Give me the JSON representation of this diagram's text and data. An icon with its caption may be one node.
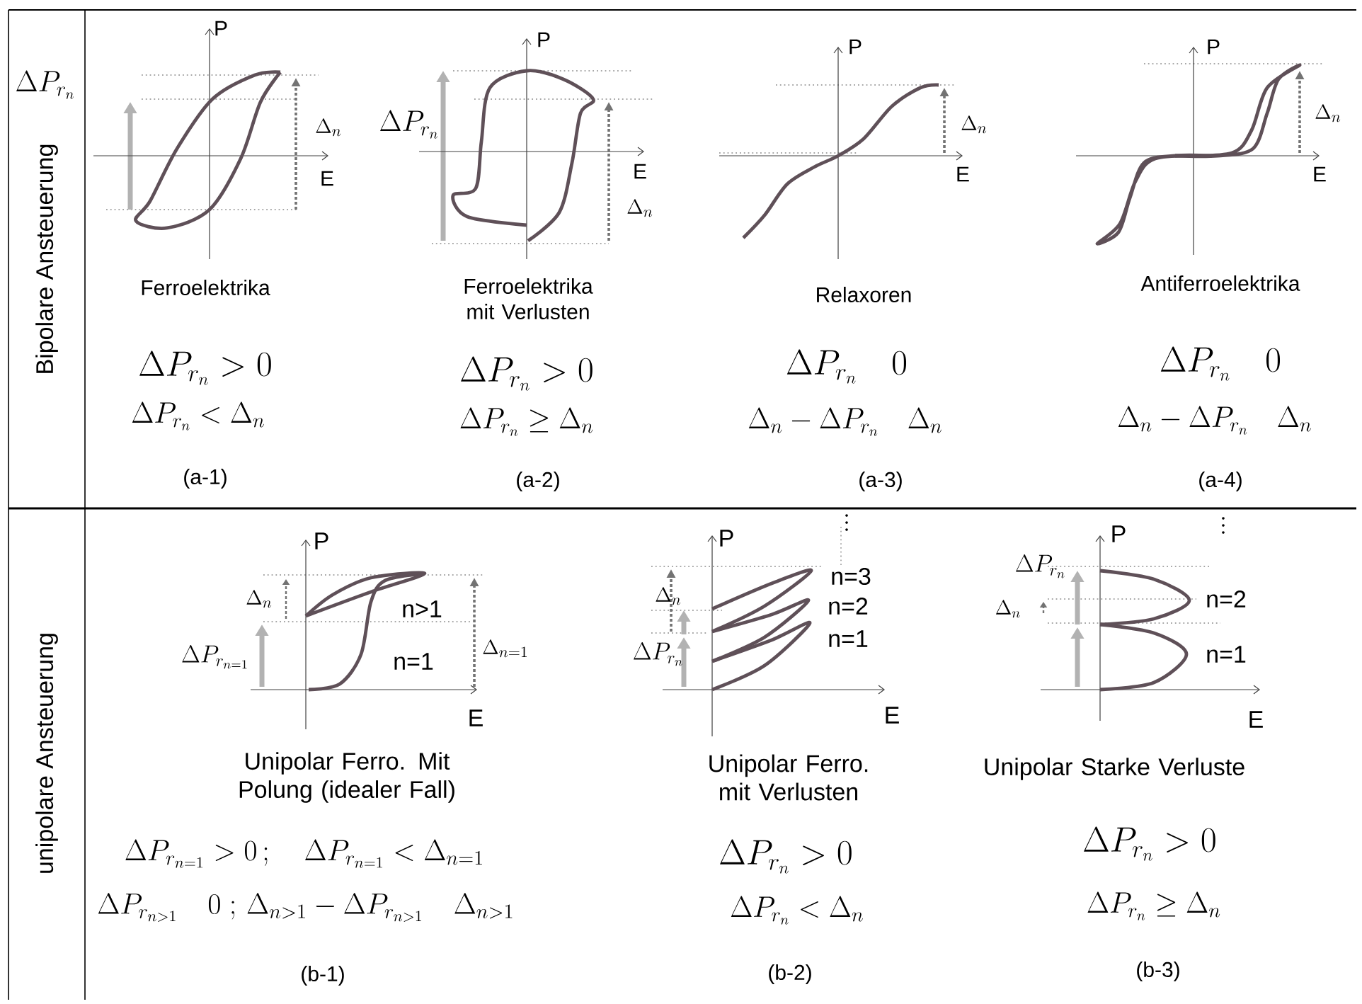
{
  "diagram": {
    "labels": [
      "Bipolare Ansteuerung",
      "P",
      "\\Delta P_{r_n}",
      "\\Delta_n",
      "E",
      "Ferroelektrika",
      "\\Delta P_{r_n} > 0",
      "\\Delta P_{r_n} < \\Delta_n",
      "(a-1)",
      "P",
      "\\Delta P_{r_n}",
      "E",
      "\\Delta_n",
      "Ferroelektrika mit Verlusten",
      "\\Delta P_{r_n} > 0",
      "\\Delta P_{r_n} \\geq \\Delta_n",
      "(a-2)",
      "P",
      "\\Delta_n",
      "E",
      "Relaxoren",
      "\\Delta P_{r_n} \\quad 0",
      "\\Delta_n - \\Delta P_{r_n} \\quad \\Delta_n",
      "(a-3)",
      "P",
      "\\Delta_n",
      "E",
      "Antiferroelektrika",
      "\\Delta P_{r_n} \\quad 0",
      "\\Delta_n - \\Delta P_{r_n} \\quad \\Delta_n",
      "(a-4)",
      "unipolare Ansteuerung",
      "P",
      "\\Delta_n",
      "n>1",
      "\\Delta P_{r_{n=1}}",
      "\\Delta_{n=1}",
      "n=1",
      "E",
      "Unipolar Ferro. Mit Polung (idealer Fall)",
      "\\Delta P_{r_{n=1}} > 0\\,;\\quad \\Delta P_{r_{n=1}} < \\Delta_{n=1}",
      "\\Delta P_{r_{n>1}} \\quad 0\\;;\\,\\Delta_{n>1} - \\Delta P_{r_{n>1}} \\quad \\Delta_{n>1}",
      "(b-1)",
      "P",
      "\\Delta_n",
      "n=3",
      "n=2",
      "\\Delta P_{r_n}",
      "n=1",
      "E",
      "Unipolar Ferro. mit Verlusten",
      "\\Delta P_{r_n} > 0",
      "\\Delta P_{r_n} < \\Delta_n",
      "(b-2)",
      "P",
      "\\Delta P_{r_n}",
      "\\Delta_n",
      "n=2",
      "n=1",
      "E",
      "Unipolar Starke Verluste",
      "\\Delta P_{r_n} > 0",
      "\\Delta P_{r_n} \\geq \\Delta_n",
      "(b-3)"
    ]
  }
}
